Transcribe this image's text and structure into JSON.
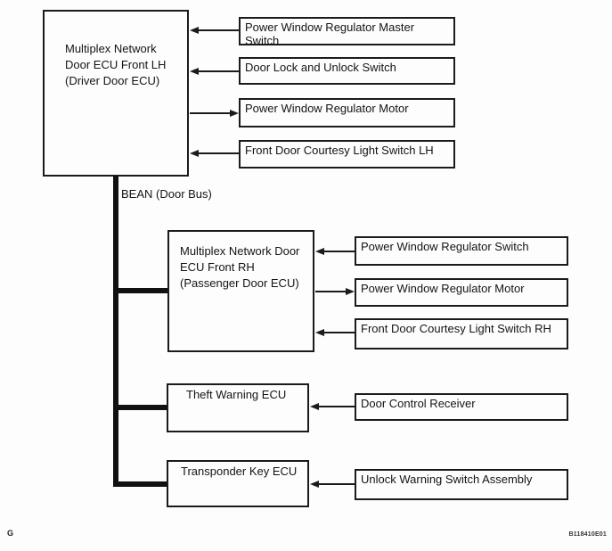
{
  "diagram": {
    "bus_label": "BEAN (Door Bus)",
    "nodes": {
      "lh_ecu": "Multiplex Network\nDoor ECU Front LH\n(Driver Door ECU)",
      "master_switch": "Power Window Regulator Master Switch",
      "door_lock_switch": "Door Lock and Unlock Switch",
      "pw_motor_lh": "Power Window Regulator Motor",
      "courtesy_lh": "Front Door Courtesy Light Switch LH",
      "rh_ecu": "Multiplex Network Door\nECU Front RH\n(Passenger Door ECU)",
      "pw_switch_rh": "Power Window Regulator Switch",
      "pw_motor_rh": "Power Window Regulator Motor",
      "courtesy_rh": "Front Door Courtesy Light Switch RH",
      "theft_ecu": "Theft Warning ECU",
      "door_control_receiver": "Door Control Receiver",
      "transponder_ecu": "Transponder Key ECU",
      "unlock_warning": "Unlock Warning Switch Assembly"
    },
    "footer": {
      "left": "G",
      "right": "B118410E01"
    },
    "colors": {
      "line": "#1b1b1b",
      "background": "#fdfdfd"
    }
  }
}
